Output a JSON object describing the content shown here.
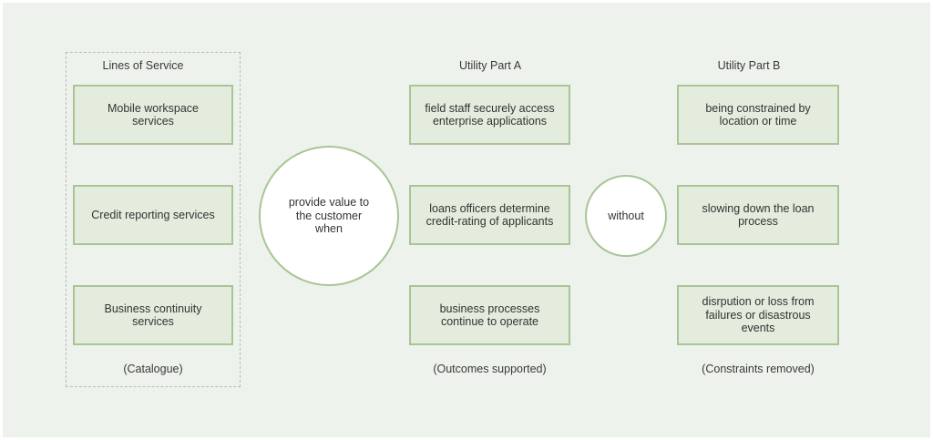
{
  "catalogue": {
    "heading": "Lines of Service",
    "items": [
      "Mobile workspace services",
      "Credit reporting services",
      "Business continuity services"
    ],
    "caption": "(Catalogue)"
  },
  "value_circle": "provide value to the customer when",
  "utility_a": {
    "heading": "Utility Part A",
    "items": [
      "field staff securely access enterprise applications",
      "loans officers determine credit-rating of applicants",
      "business processes continue to operate"
    ],
    "caption": "(Outcomes supported)"
  },
  "without_circle": "without",
  "utility_b": {
    "heading": "Utility Part B",
    "items": [
      "being constrained by location or time",
      "slowing down the loan process",
      "disrpution or loss from failures or disastrous events"
    ],
    "caption": "(Constraints removed)"
  }
}
